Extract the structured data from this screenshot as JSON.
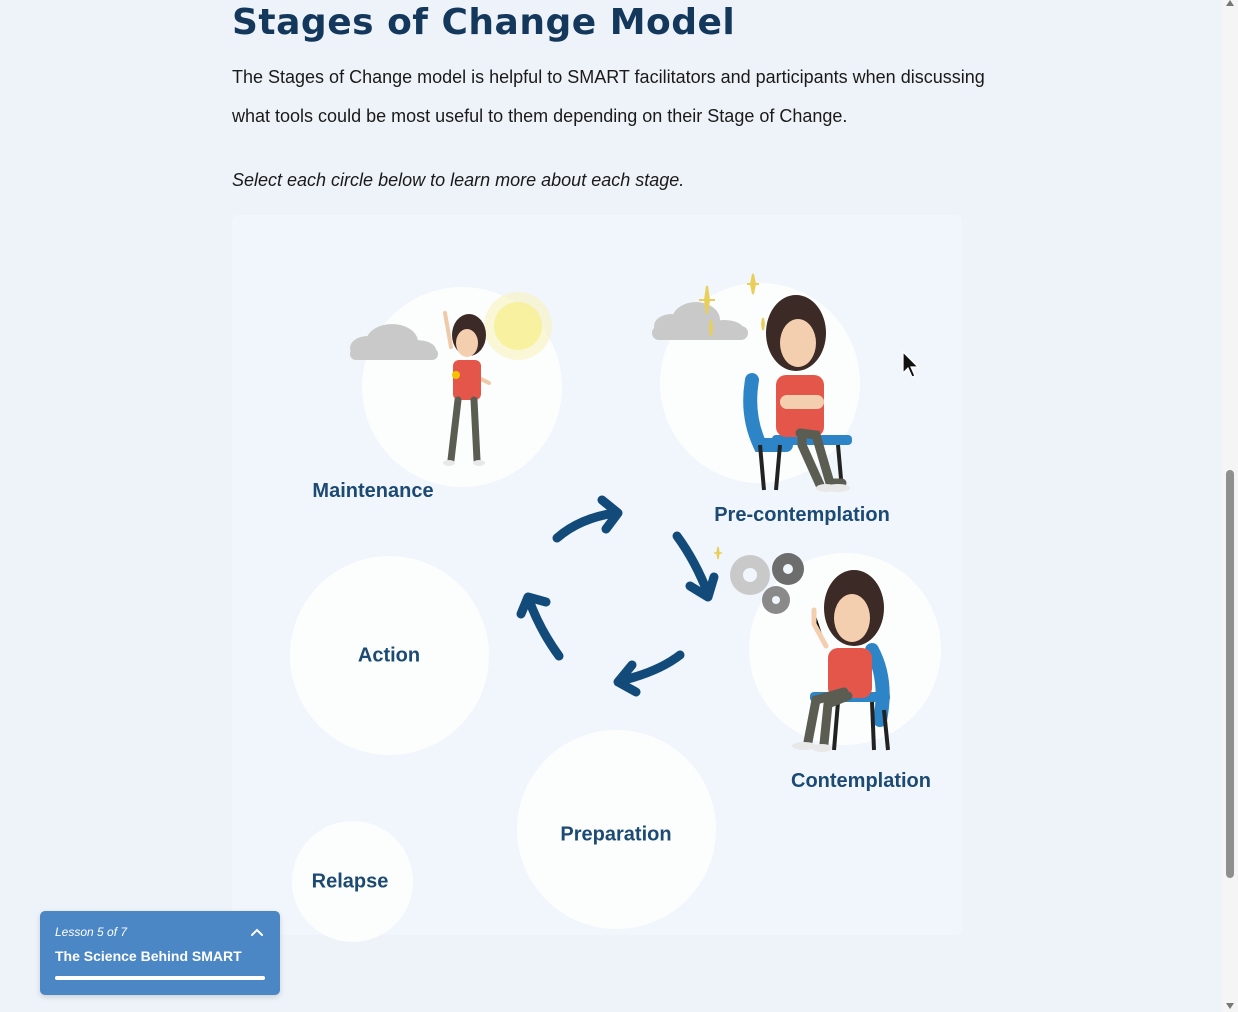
{
  "page": {
    "title": "Stages of Change Model",
    "intro": "The Stages of Change model is helpful to SMART facilitators and participants when discussing what tools could be most useful to them depending on their Stage of Change.",
    "instruction": "Select each circle below to learn more about each stage."
  },
  "diagram": {
    "stages": {
      "maintenance": "Maintenance",
      "precontemplation": "Pre-contemplation",
      "contemplation": "Contemplation",
      "action": "Action",
      "preparation": "Preparation",
      "relapse": "Relapse"
    },
    "arrow_color": "#124b79"
  },
  "lesson_widget": {
    "count": "Lesson 5 of 7",
    "title": "The Science Behind SMART",
    "progress": 1.0
  },
  "colors": {
    "title": "#14375c",
    "stage_label": "#1c4a73",
    "widget_bg": "#4b86c5",
    "page_bg": "#eef3f9"
  }
}
